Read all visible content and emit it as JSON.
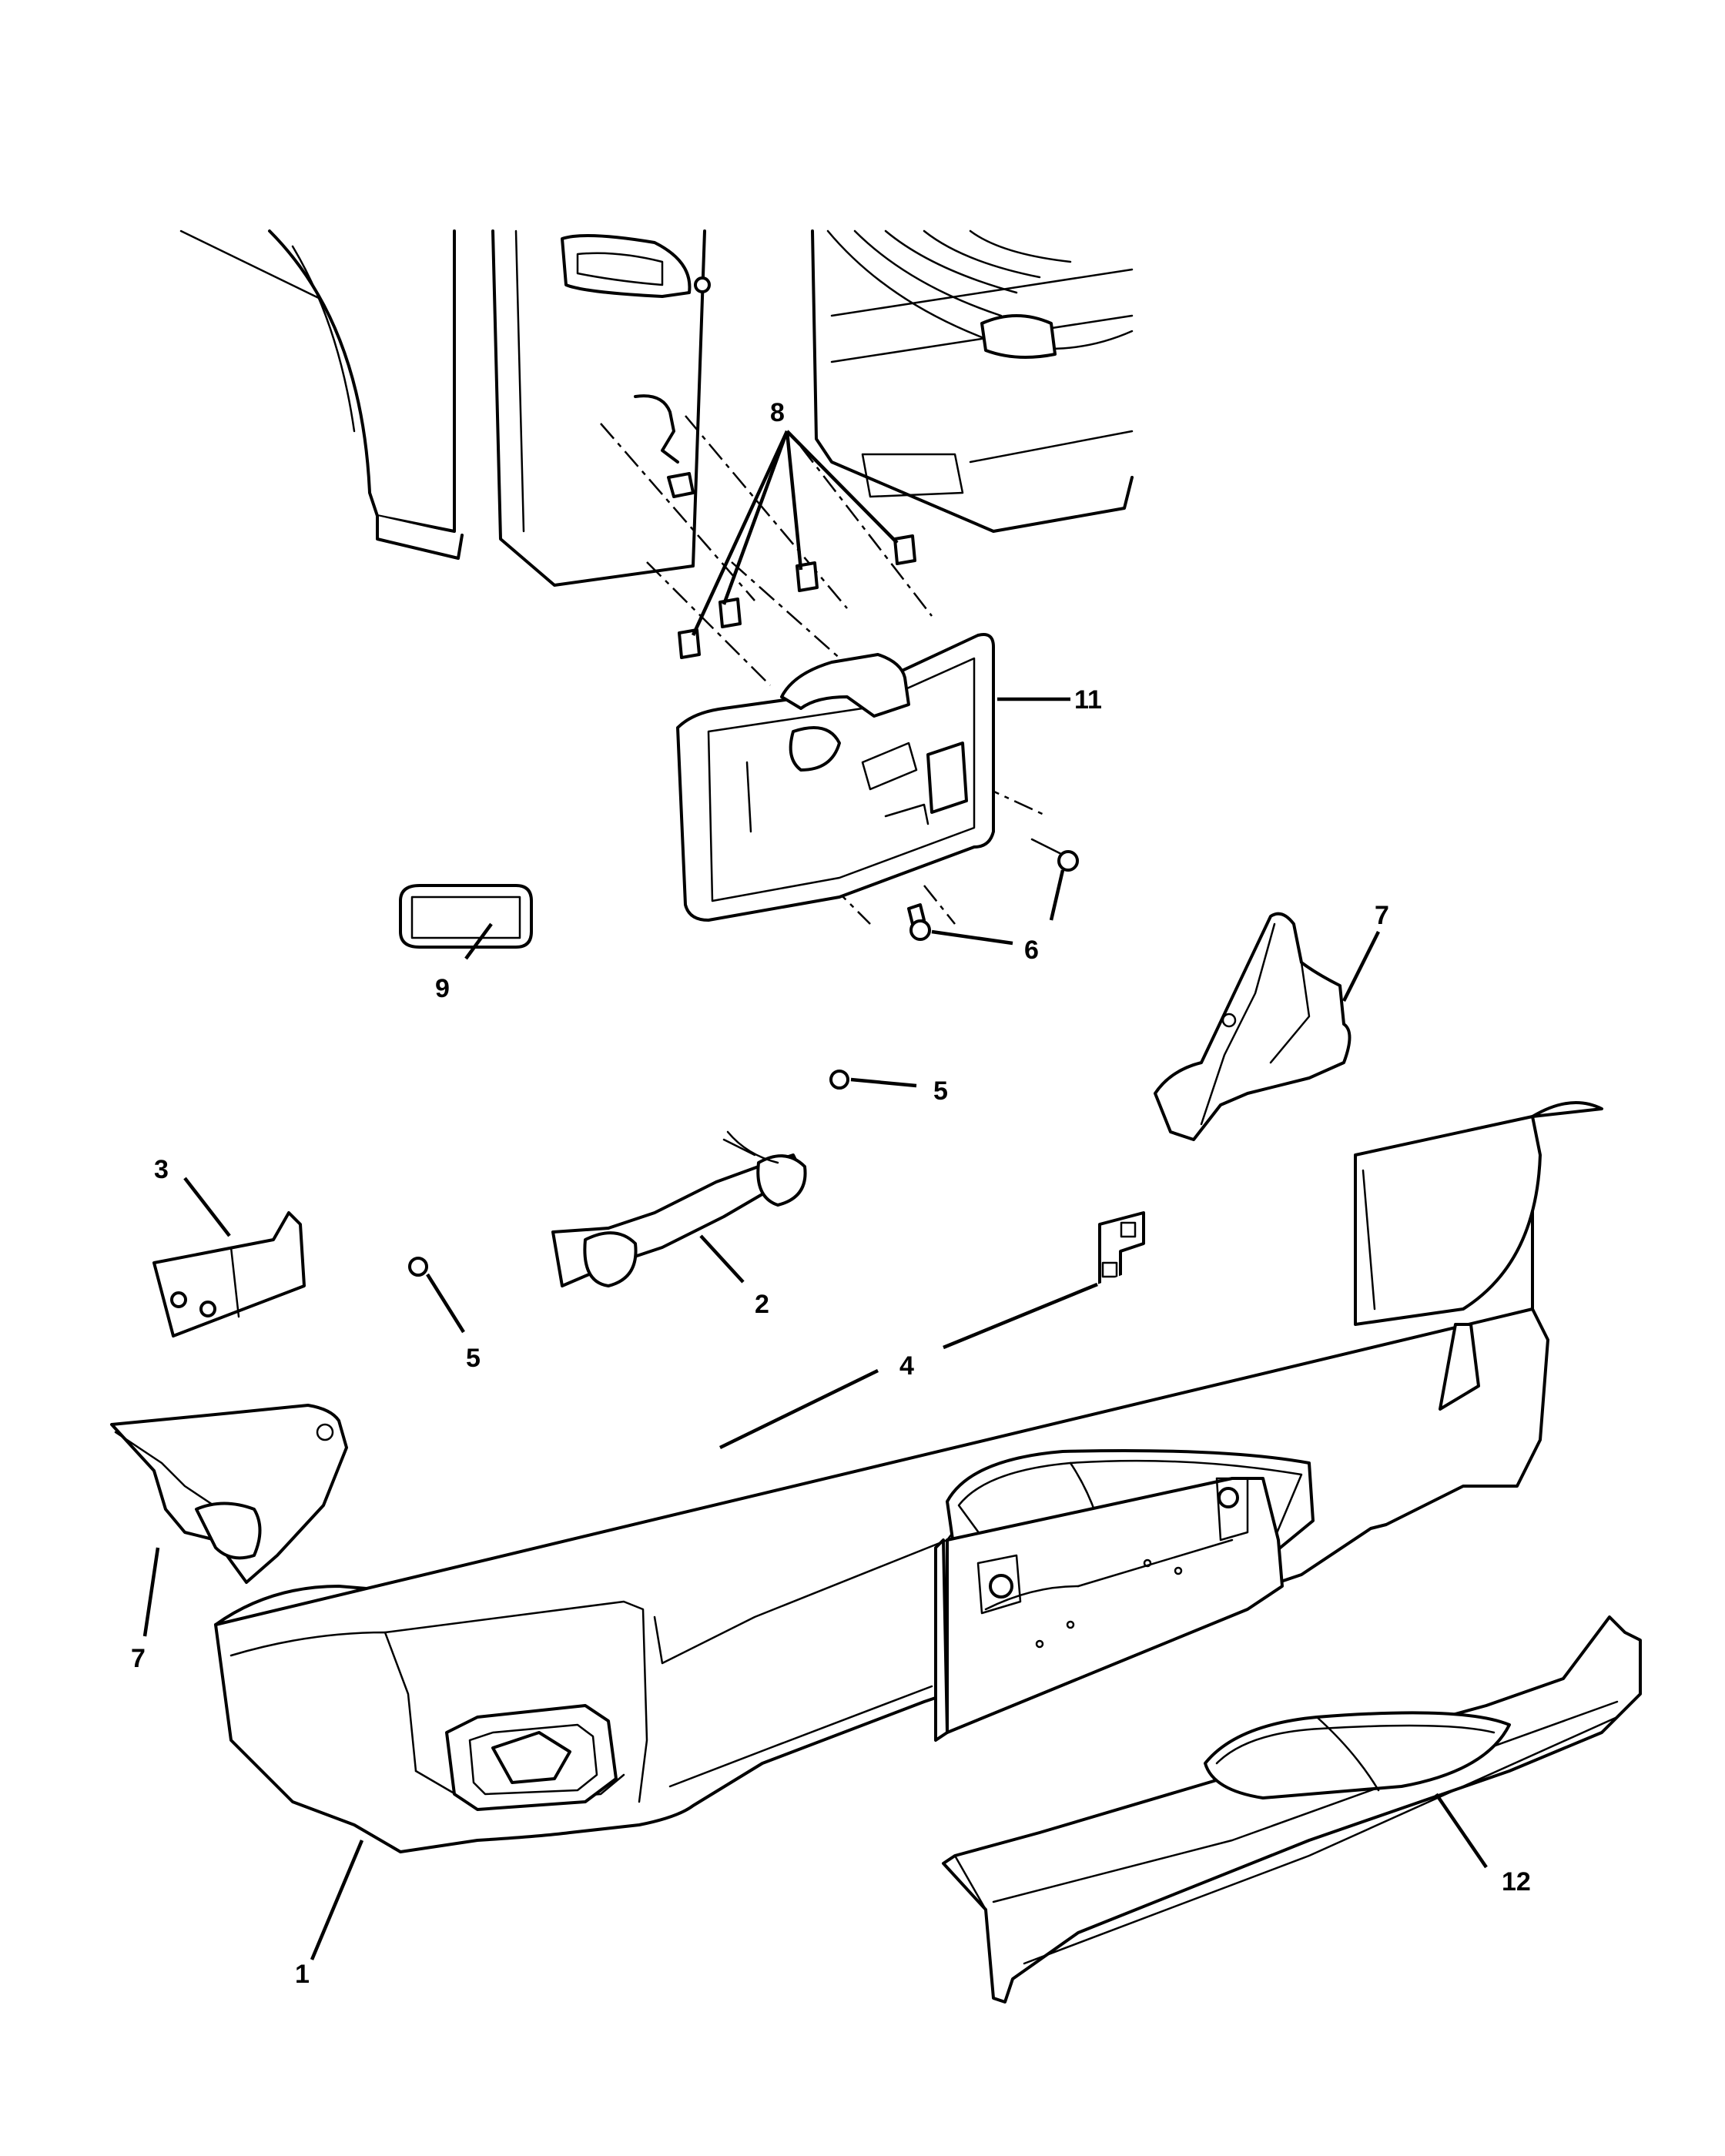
{
  "diagram": {
    "type": "exploded parts diagram",
    "callouts": [
      {
        "id": "c1",
        "label": "1"
      },
      {
        "id": "c2",
        "label": "2"
      },
      {
        "id": "c3",
        "label": "3"
      },
      {
        "id": "c4",
        "label": "4"
      },
      {
        "id": "c5a",
        "label": "5"
      },
      {
        "id": "c5b",
        "label": "5"
      },
      {
        "id": "c6",
        "label": "6"
      },
      {
        "id": "c7a",
        "label": "7"
      },
      {
        "id": "c7b",
        "label": "7"
      },
      {
        "id": "c8",
        "label": "8"
      },
      {
        "id": "c9",
        "label": "9"
      },
      {
        "id": "c11",
        "label": "11"
      },
      {
        "id": "c12",
        "label": "12"
      }
    ]
  }
}
